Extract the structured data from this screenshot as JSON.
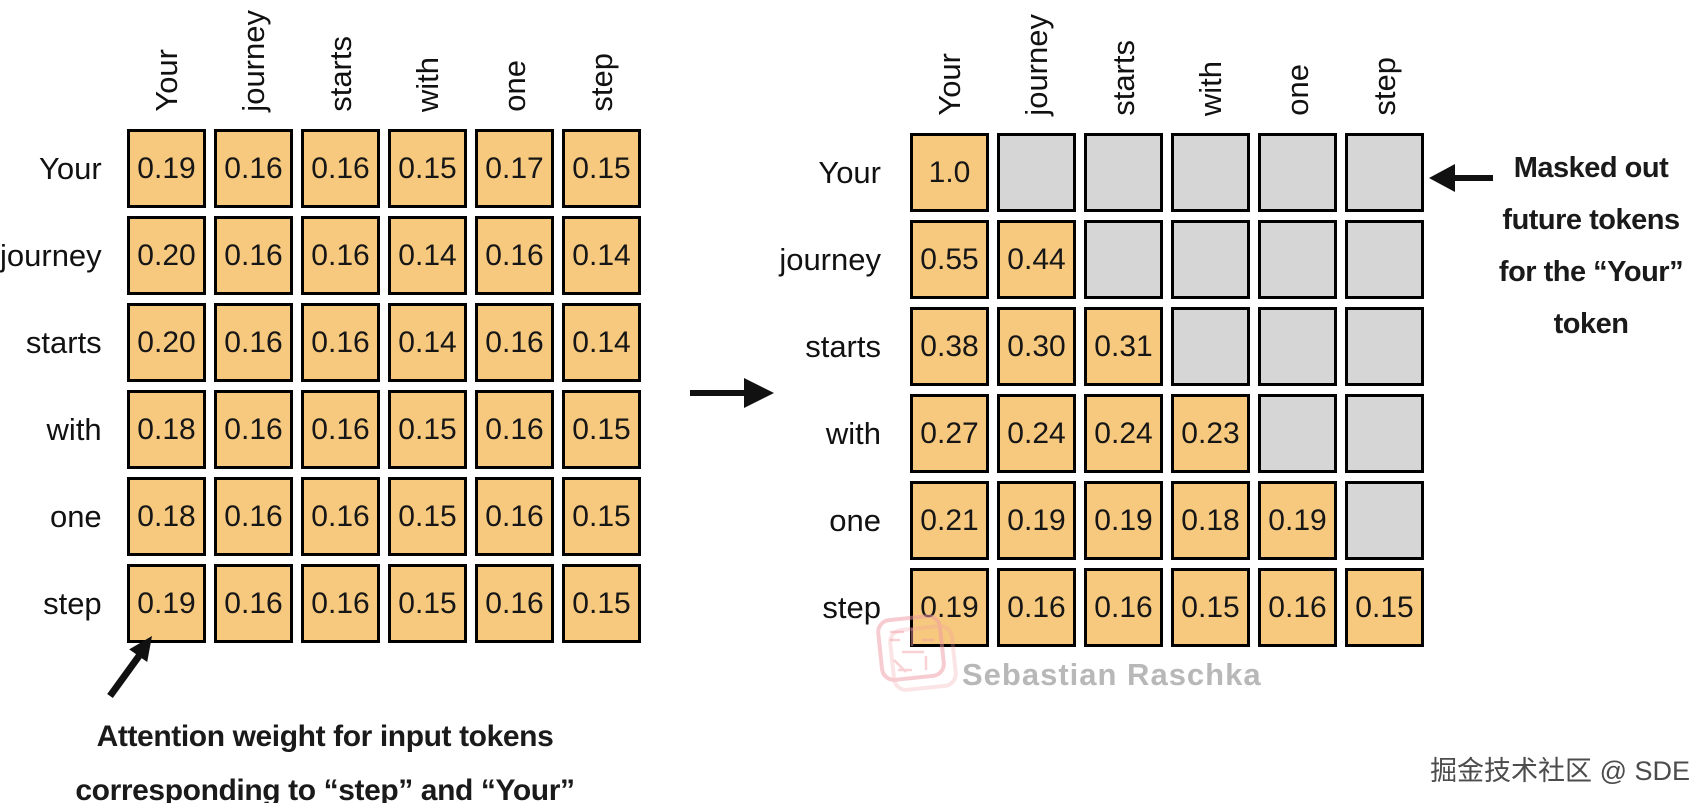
{
  "tokens": [
    "Your",
    "journey",
    "starts",
    "with",
    "one",
    "step"
  ],
  "matrices": [
    {
      "name": "full-attention-matrix",
      "rows": [
        [
          "0.19",
          "0.16",
          "0.16",
          "0.15",
          "0.17",
          "0.15"
        ],
        [
          "0.20",
          "0.16",
          "0.16",
          "0.14",
          "0.16",
          "0.14"
        ],
        [
          "0.20",
          "0.16",
          "0.16",
          "0.14",
          "0.16",
          "0.14"
        ],
        [
          "0.18",
          "0.16",
          "0.16",
          "0.15",
          "0.16",
          "0.15"
        ],
        [
          "0.18",
          "0.16",
          "0.16",
          "0.15",
          "0.16",
          "0.15"
        ],
        [
          "0.19",
          "0.16",
          "0.16",
          "0.15",
          "0.16",
          "0.15"
        ]
      ]
    },
    {
      "name": "masked-attention-matrix",
      "rows": [
        [
          "1.0",
          null,
          null,
          null,
          null,
          null
        ],
        [
          "0.55",
          "0.44",
          null,
          null,
          null,
          null
        ],
        [
          "0.38",
          "0.30",
          "0.31",
          null,
          null,
          null
        ],
        [
          "0.27",
          "0.24",
          "0.24",
          "0.23",
          null,
          null
        ],
        [
          "0.21",
          "0.19",
          "0.19",
          "0.18",
          "0.19",
          null
        ],
        [
          "0.19",
          "0.16",
          "0.16",
          "0.15",
          "0.16",
          "0.15"
        ]
      ]
    }
  ],
  "annotations": {
    "masked_note_lines": [
      "Masked out",
      "future tokens",
      "for the “Your”",
      "token"
    ],
    "left_note_lines": [
      "Attention weight for input tokens",
      "corresponding to “step” and “Your”"
    ],
    "watermark_text": "Sebastian Raschka",
    "footer_text": "掘金技术社区 @ SDE"
  },
  "icons": {
    "between_matrices": "arrow-right-icon",
    "masked_pointer": "arrow-left-icon",
    "attention_pointer": "arrow-up-right-icon",
    "watermark": "stamp-icon"
  },
  "colors": {
    "cell_fill": "#F7C97E",
    "masked_fill": "#D6D6D6",
    "cell_border": "#000000",
    "arrow": "#111111",
    "watermark_pink": "#EF9AA2",
    "watermark_text": "#B8B8B8",
    "footer_text": "#4C4C4C"
  }
}
